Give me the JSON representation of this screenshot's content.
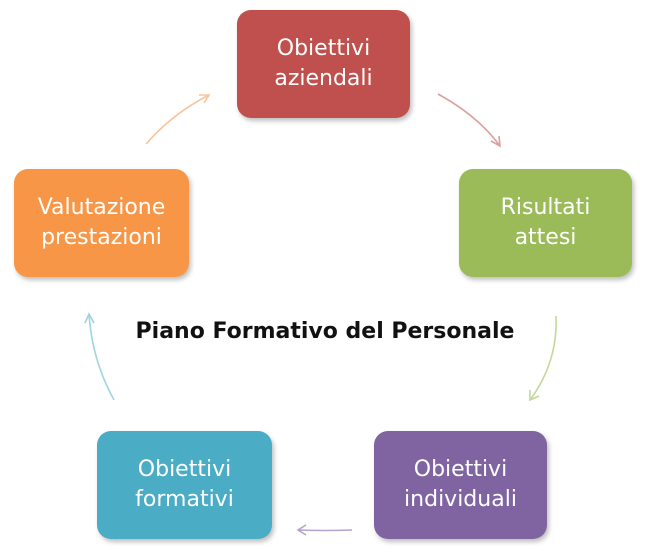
{
  "nodes": [
    {
      "id": "obiettivi-aziendali",
      "lines": [
        "Obiettivi",
        "aziendali"
      ],
      "color": "#c0504d"
    },
    {
      "id": "risultati-attesi",
      "lines": [
        "Risultati",
        "attesi"
      ],
      "color": "#9bbb59"
    },
    {
      "id": "obiettivi-individuali",
      "lines": [
        "Obiettivi",
        "individuali"
      ],
      "color": "#8064a2"
    },
    {
      "id": "obiettivi-formativi",
      "lines": [
        "Obiettivi",
        "formativi"
      ],
      "color": "#4bacc6"
    },
    {
      "id": "valutazione-prestazioni",
      "lines": [
        "Valutazione",
        "prestazioni"
      ],
      "color": "#f79646"
    }
  ],
  "center_title": "Piano Formativo del Personale",
  "arrow_colors": {
    "to_risultati": "#d9a0a0",
    "to_individuali": "#c4d89a",
    "to_formativi": "#b3a3cc",
    "to_valutazione": "#9dd3e2",
    "to_aziendali": "#f8c49c"
  }
}
